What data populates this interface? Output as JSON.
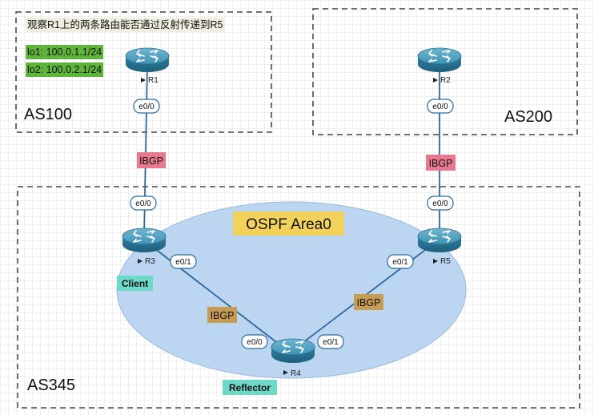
{
  "note": {
    "title": "观察R1上的两条路由能否通过反射传递到R5",
    "lo1": "lo1: 100.0.1.1/24",
    "lo2": "lo2: 100.0.2.1/24"
  },
  "areas": {
    "as100": "AS100",
    "as200": "AS200",
    "as345": "AS345",
    "ospf": "OSPF Area0"
  },
  "routers": {
    "r1": "R1",
    "r2": "R2",
    "r3": "R3",
    "r4": "R4",
    "r5": "R5"
  },
  "interfaces": {
    "r1_e00": "e0/0",
    "r2_e00": "e0/0",
    "r3_e00": "e0/0",
    "r3_e01": "e0/1",
    "r5_e00": "e0/0",
    "r5_e01": "e0/1",
    "r4_e00": "e0/0",
    "r4_e01": "e0/1"
  },
  "links": {
    "r1_r3": "IBGP",
    "r2_r5": "IBGP",
    "r3_r4": "IBGP",
    "r4_r5": "IBGP"
  },
  "roles": {
    "client": "Client",
    "reflector": "Reflector"
  },
  "colors": {
    "ospf_fill": "#bcd6f2",
    "link_line": "#2c6a9e",
    "ibgp_ebgp_box": "#e8788e",
    "ibgp_internal_box": "#c79c52",
    "ospf_label_box": "#f2d25a",
    "role_box": "#6fd9c9",
    "router_body": "#3b8fb0",
    "note_green": "#5fb43a"
  }
}
